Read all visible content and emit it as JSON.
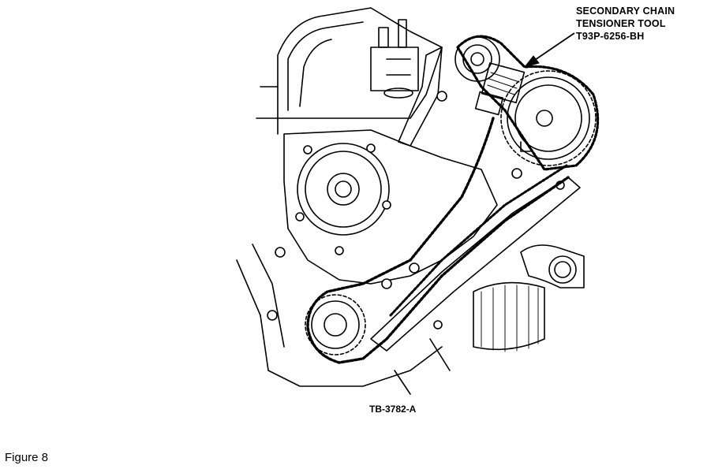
{
  "callout": {
    "line1": "SECONDARY CHAIN",
    "line2": "TENSIONER TOOL",
    "line3": "T93P-6256-BH"
  },
  "drawing_code": "TB-3782-A",
  "caption": "Figure 8",
  "colors": {
    "ink": "#000000",
    "paper": "#ffffff"
  }
}
